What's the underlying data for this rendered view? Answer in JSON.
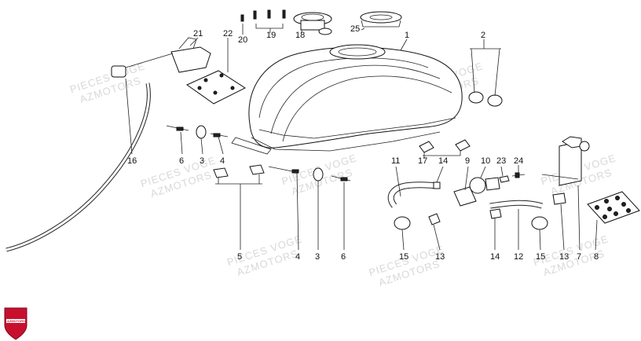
{
  "watermark": {
    "line1": "PIECES VOGE",
    "line2": "AZMOTORS"
  },
  "logo": {
    "text": "AZMOTORS"
  },
  "callouts": [
    {
      "id": "1",
      "label": "1"
    },
    {
      "id": "2",
      "label": "2"
    },
    {
      "id": "3a",
      "label": "3"
    },
    {
      "id": "3b",
      "label": "3"
    },
    {
      "id": "4a",
      "label": "4"
    },
    {
      "id": "4b",
      "label": "4"
    },
    {
      "id": "5",
      "label": "5"
    },
    {
      "id": "6a",
      "label": "6"
    },
    {
      "id": "6b",
      "label": "6"
    },
    {
      "id": "7",
      "label": "7"
    },
    {
      "id": "8",
      "label": "8"
    },
    {
      "id": "9",
      "label": "9"
    },
    {
      "id": "10",
      "label": "10"
    },
    {
      "id": "11",
      "label": "11"
    },
    {
      "id": "12",
      "label": "12"
    },
    {
      "id": "13a",
      "label": "13"
    },
    {
      "id": "13b",
      "label": "13"
    },
    {
      "id": "14a",
      "label": "14"
    },
    {
      "id": "14b",
      "label": "14"
    },
    {
      "id": "15a",
      "label": "15"
    },
    {
      "id": "15b",
      "label": "15"
    },
    {
      "id": "16",
      "label": "16"
    },
    {
      "id": "17",
      "label": "17"
    },
    {
      "id": "18",
      "label": "18"
    },
    {
      "id": "19",
      "label": "19"
    },
    {
      "id": "20",
      "label": "20"
    },
    {
      "id": "21",
      "label": "21"
    },
    {
      "id": "22",
      "label": "22"
    },
    {
      "id": "23",
      "label": "23"
    },
    {
      "id": "24",
      "label": "24"
    },
    {
      "id": "25",
      "label": "25"
    }
  ],
  "colors": {
    "ink": "#222222",
    "watermark": "#d8d8d8",
    "logo_red": "#c8102e"
  }
}
